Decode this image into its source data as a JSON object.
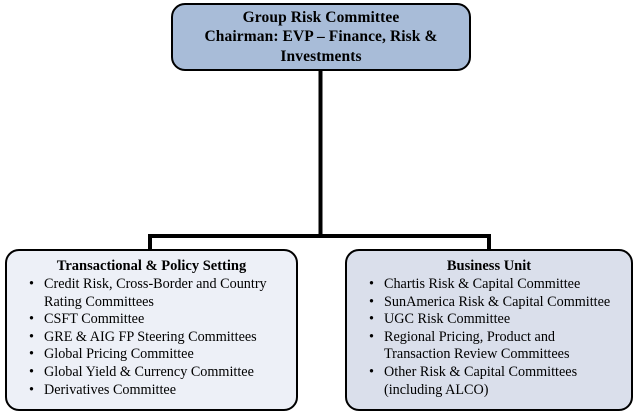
{
  "diagram": {
    "type": "org-chart",
    "colors": {
      "top_node_fill": "#a8bcd8",
      "left_node_fill": "#edf0f7",
      "right_node_fill": "#dadfeb",
      "border": "#000000",
      "connector": "#000000",
      "text": "#000000",
      "background": "#ffffff"
    },
    "top_node": {
      "lines": [
        "Group Risk Committee",
        "Chairman: EVP – Finance, Risk &",
        "Investments"
      ]
    },
    "left_node": {
      "heading": "Transactional & Policy Setting",
      "bullet_glyph": "•",
      "items": [
        "Credit Risk, Cross-Border and Country Rating Committees",
        "CSFT Committee",
        "GRE & AIG FP Steering Committees",
        "Global Pricing Committee",
        "Global Yield & Currency Committee",
        "Derivatives Committee"
      ]
    },
    "right_node": {
      "heading": "Business Unit",
      "bullet_glyph": "•",
      "items": [
        "Chartis Risk & Capital Committee",
        "SunAmerica Risk & Capital Committee",
        "UGC Risk Committee",
        "Regional Pricing, Product and Transaction Review Committees",
        "Other Risk & Capital Committees (including ALCO)"
      ]
    }
  }
}
